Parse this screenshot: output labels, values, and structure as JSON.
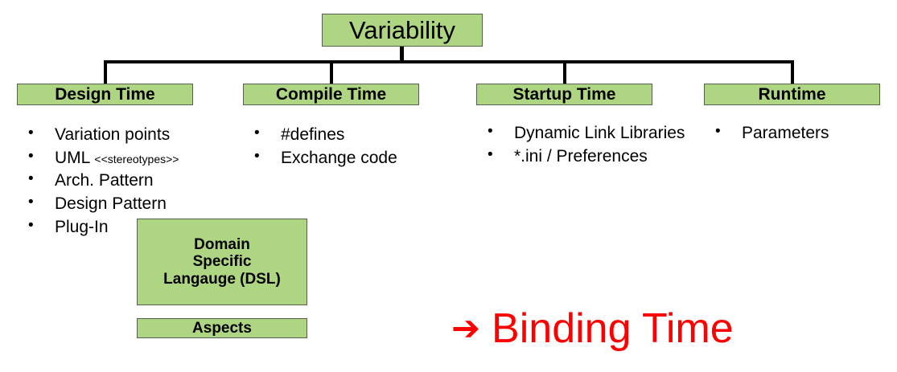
{
  "diagram": {
    "type": "tree-hierarchy",
    "root": {
      "label": "Variability"
    },
    "branches": [
      {
        "label": "Design Time",
        "items": [
          {
            "text": "Variation points"
          },
          {
            "text": "UML ",
            "small": "<<stereotypes>>"
          },
          {
            "text": "Arch. Pattern"
          },
          {
            "text": "Design Pattern"
          },
          {
            "text": "Plug-In"
          }
        ]
      },
      {
        "label": "Compile Time",
        "items": [
          {
            "text": "#defines"
          },
          {
            "text": "Exchange code"
          }
        ]
      },
      {
        "label": "Startup Time",
        "items": [
          {
            "text": "Dynamic Link Libraries"
          },
          {
            "text": "*.ini / Preferences"
          }
        ]
      },
      {
        "label": "Runtime",
        "items": [
          {
            "text": "Parameters"
          }
        ]
      }
    ],
    "notes": [
      {
        "name": "dsl-box",
        "lines": [
          "Domain",
          "Specific",
          "Langauge (DSL)"
        ]
      },
      {
        "name": "aspects-box",
        "lines": [
          "Aspects"
        ]
      }
    ],
    "callout": {
      "arrow_icon": "right-arrow-icon",
      "arrow_glyph": "➔",
      "label": "Binding Time"
    }
  },
  "colors": {
    "box_fill": "#aed581",
    "box_border": "#565f52",
    "connector": "#000000",
    "callout": "#ff0000",
    "text": "#000000",
    "background": "#ffffff"
  }
}
